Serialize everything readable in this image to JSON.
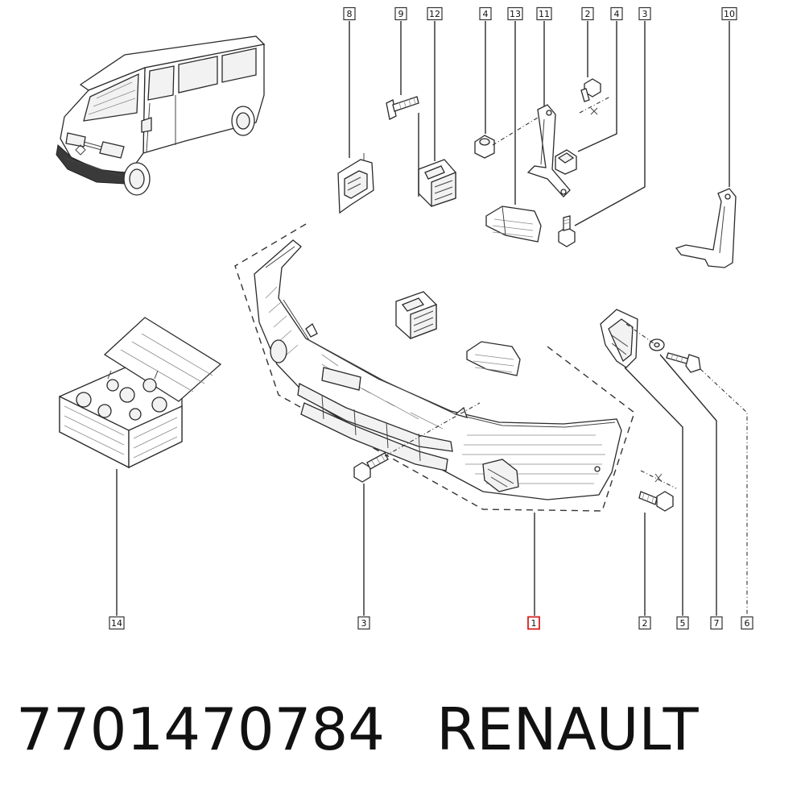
{
  "callouts": [
    "8",
    "9",
    "12",
    "4",
    "13",
    "11",
    "2",
    "4",
    "3",
    "10",
    "14",
    "3",
    "1",
    "2",
    "5",
    "7",
    "6"
  ],
  "highlight_callout": "1",
  "footer": {
    "part_number": "7701470784",
    "brand": "RENAULT"
  }
}
